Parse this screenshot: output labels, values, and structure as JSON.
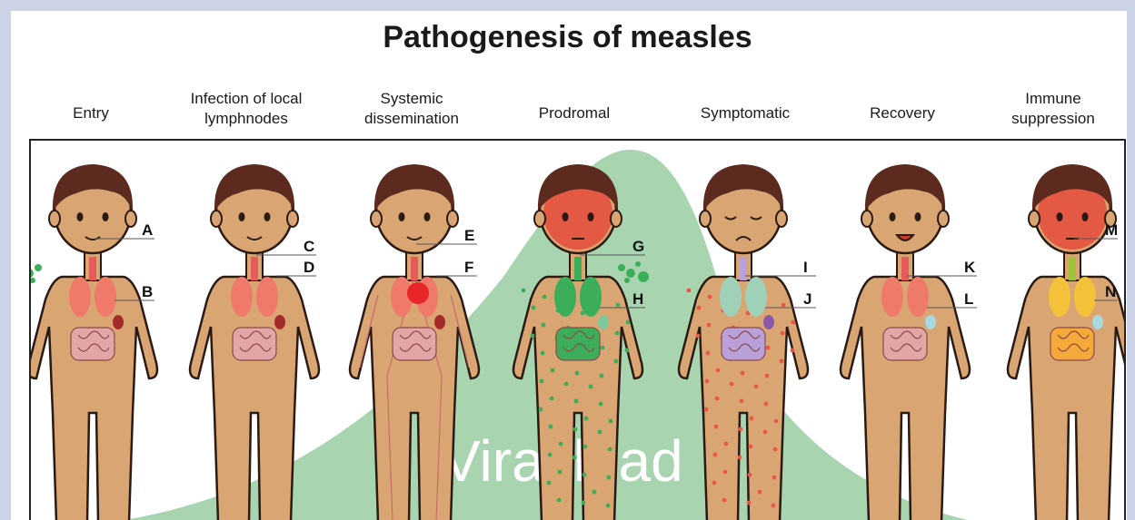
{
  "title": "Pathogenesis of measles",
  "stages": [
    {
      "lines": [
        "Entry"
      ]
    },
    {
      "lines": [
        "Infection of local",
        "lymphnodes"
      ]
    },
    {
      "lines": [
        "Systemic",
        "dissemination"
      ]
    },
    {
      "lines": [
        "Prodromal"
      ]
    },
    {
      "lines": [
        "Symptomatic"
      ]
    },
    {
      "lines": [
        "Recovery"
      ]
    },
    {
      "lines": [
        "Immune",
        "suppression"
      ]
    }
  ],
  "curve_label": "Viral load",
  "figures": [
    {
      "labels": [
        "A",
        "B"
      ],
      "face": "smile",
      "lung": "#ef7a6a",
      "gut": "#e3a6a6",
      "liver": "#a52a2a",
      "spots": null,
      "throat": "#e75a5a",
      "head_tint": null,
      "droplets": true
    },
    {
      "labels": [
        "C",
        "D"
      ],
      "face": "smile",
      "lung": "#ef7a6a",
      "gut": "#e3a6a6",
      "liver": "#a52a2a",
      "spots": null,
      "throat": "#e75a5a",
      "head_tint": null,
      "droplets": false
    },
    {
      "labels": [
        "E",
        "F"
      ],
      "face": "smile",
      "lung": "#ef7a6a",
      "gut": "#e3a6a6",
      "liver": "#a52a2a",
      "spots": null,
      "throat": "#e75a5a",
      "head_tint": null,
      "droplets": false,
      "vessels": true
    },
    {
      "labels": [
        "G",
        "H"
      ],
      "face": "neutral",
      "lung": "#3cae5a",
      "gut": "#3cae5a",
      "liver": "#7fc79a",
      "spots": "#3cae5a",
      "throat": "#3cae5a",
      "head_tint": "#e8392f",
      "droplets": true
    },
    {
      "labels": [
        "I",
        "J"
      ],
      "face": "sad",
      "lung": "#9fd0b8",
      "gut": "#b9a0d8",
      "liver": "#8a5aa8",
      "spots": "#e8574a",
      "throat": "#b9a0d8",
      "head_tint": null,
      "droplets": false
    },
    {
      "labels": [
        "K",
        "L"
      ],
      "face": "happy",
      "lung": "#ef7a6a",
      "gut": "#e3a6a6",
      "liver": "#a8d8e0",
      "spots": null,
      "throat": "#e75a5a",
      "head_tint": null,
      "droplets": false
    },
    {
      "labels": [
        "M",
        "N"
      ],
      "face": "neutral",
      "lung": "#f4c23a",
      "gut": "#f4a93a",
      "liver": "#a8d8e0",
      "spots": null,
      "throat": "#9dc23a",
      "head_tint": "#e8392f",
      "droplets": false
    }
  ],
  "colors": {
    "skin": "#d9a673",
    "hair": "#5c2a1e",
    "outline": "#2a1a14",
    "curve": "#a8d5b0",
    "label_line": "#555555"
  }
}
